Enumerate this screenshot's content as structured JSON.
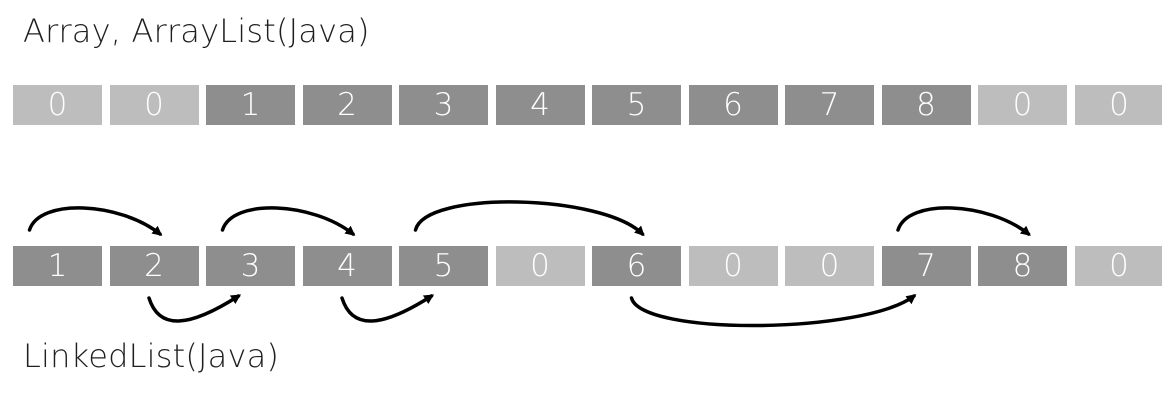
{
  "titles": {
    "array": "Array, ArrayList(Java)",
    "linked": "LinkedList(Java)"
  },
  "colors": {
    "filled": "#8e8e8e",
    "empty": "#bdbdbd",
    "arrow": "#000000"
  },
  "array_cells": [
    {
      "value": "0",
      "filled": false
    },
    {
      "value": "0",
      "filled": false
    },
    {
      "value": "1",
      "filled": true
    },
    {
      "value": "2",
      "filled": true
    },
    {
      "value": "3",
      "filled": true
    },
    {
      "value": "4",
      "filled": true
    },
    {
      "value": "5",
      "filled": true
    },
    {
      "value": "6",
      "filled": true
    },
    {
      "value": "7",
      "filled": true
    },
    {
      "value": "8",
      "filled": true
    },
    {
      "value": "0",
      "filled": false
    },
    {
      "value": "0",
      "filled": false
    }
  ],
  "linked_cells": [
    {
      "value": "1",
      "filled": true
    },
    {
      "value": "2",
      "filled": true
    },
    {
      "value": "3",
      "filled": true
    },
    {
      "value": "4",
      "filled": true
    },
    {
      "value": "5",
      "filled": true
    },
    {
      "value": "0",
      "filled": false
    },
    {
      "value": "6",
      "filled": true
    },
    {
      "value": "0",
      "filled": false
    },
    {
      "value": "0",
      "filled": false
    },
    {
      "value": "7",
      "filled": true
    },
    {
      "value": "8",
      "filled": true
    },
    {
      "value": "0",
      "filled": false
    }
  ],
  "links": [
    {
      "from": 0,
      "to": 1,
      "side": "top"
    },
    {
      "from": 1,
      "to": 2,
      "side": "bottom"
    },
    {
      "from": 2,
      "to": 3,
      "side": "top"
    },
    {
      "from": 3,
      "to": 4,
      "side": "bottom"
    },
    {
      "from": 4,
      "to": 6,
      "side": "top"
    },
    {
      "from": 6,
      "to": 9,
      "side": "bottom"
    },
    {
      "from": 9,
      "to": 10,
      "side": "top"
    }
  ]
}
